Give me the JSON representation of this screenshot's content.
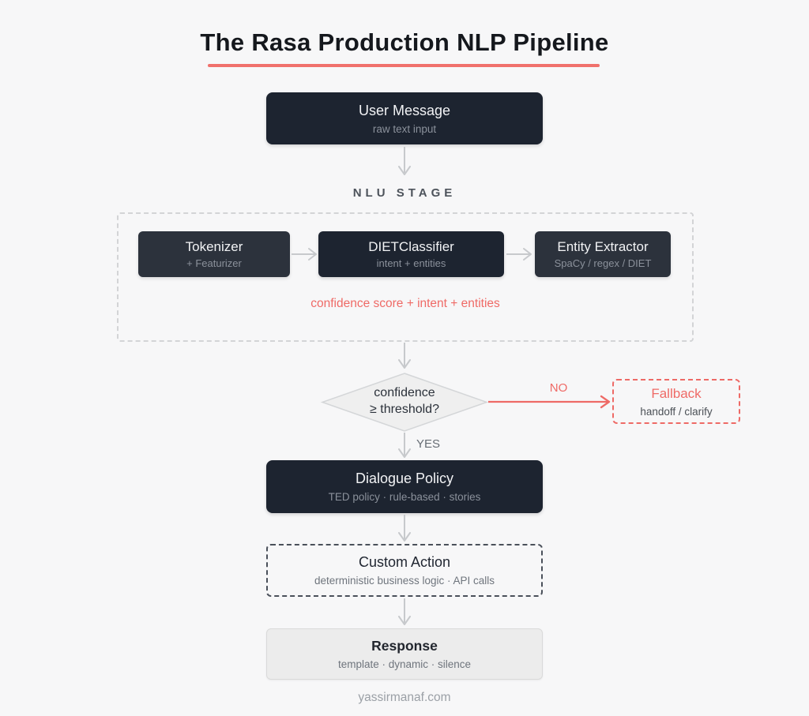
{
  "title": {
    "text": "The Rasa Production NLP Pipeline"
  },
  "stage_label": "NLU STAGE",
  "nodes": {
    "user_message": {
      "title": "User Message",
      "subtitle": "raw text input"
    },
    "tokenizer": {
      "title": "Tokenizer",
      "subtitle": "+ Featurizer"
    },
    "diet": {
      "title": "DIETClassifier",
      "subtitle": "intent + entities"
    },
    "entity": {
      "title": "Entity Extractor",
      "subtitle": "SpaCy / regex / DIET"
    },
    "decision": {
      "line1": "confidence",
      "line2": "≥ threshold?"
    },
    "fallback": {
      "title": "Fallback",
      "subtitle": "handoff / clarify"
    },
    "dialogue": {
      "title": "Dialogue Policy",
      "subtitle": "TED policy · rule-based · stories"
    },
    "custom_action": {
      "title": "Custom Action",
      "subtitle": "deterministic business logic · API calls"
    },
    "response": {
      "title": "Response",
      "subtitle": "template · dynamic · silence"
    }
  },
  "labels": {
    "nlu_output": "confidence score + intent + entities",
    "no": "NO",
    "yes": "YES"
  },
  "footer": {
    "text": "yassirmanaf.com"
  },
  "colors": {
    "background": "#f7f7f8",
    "accent_red": "#ef6a66",
    "node_dark": "#1d2430",
    "node_dark_alt": "#2c323c",
    "arrow_gray": "#c7c9cc",
    "response_gray": "#ececec"
  }
}
